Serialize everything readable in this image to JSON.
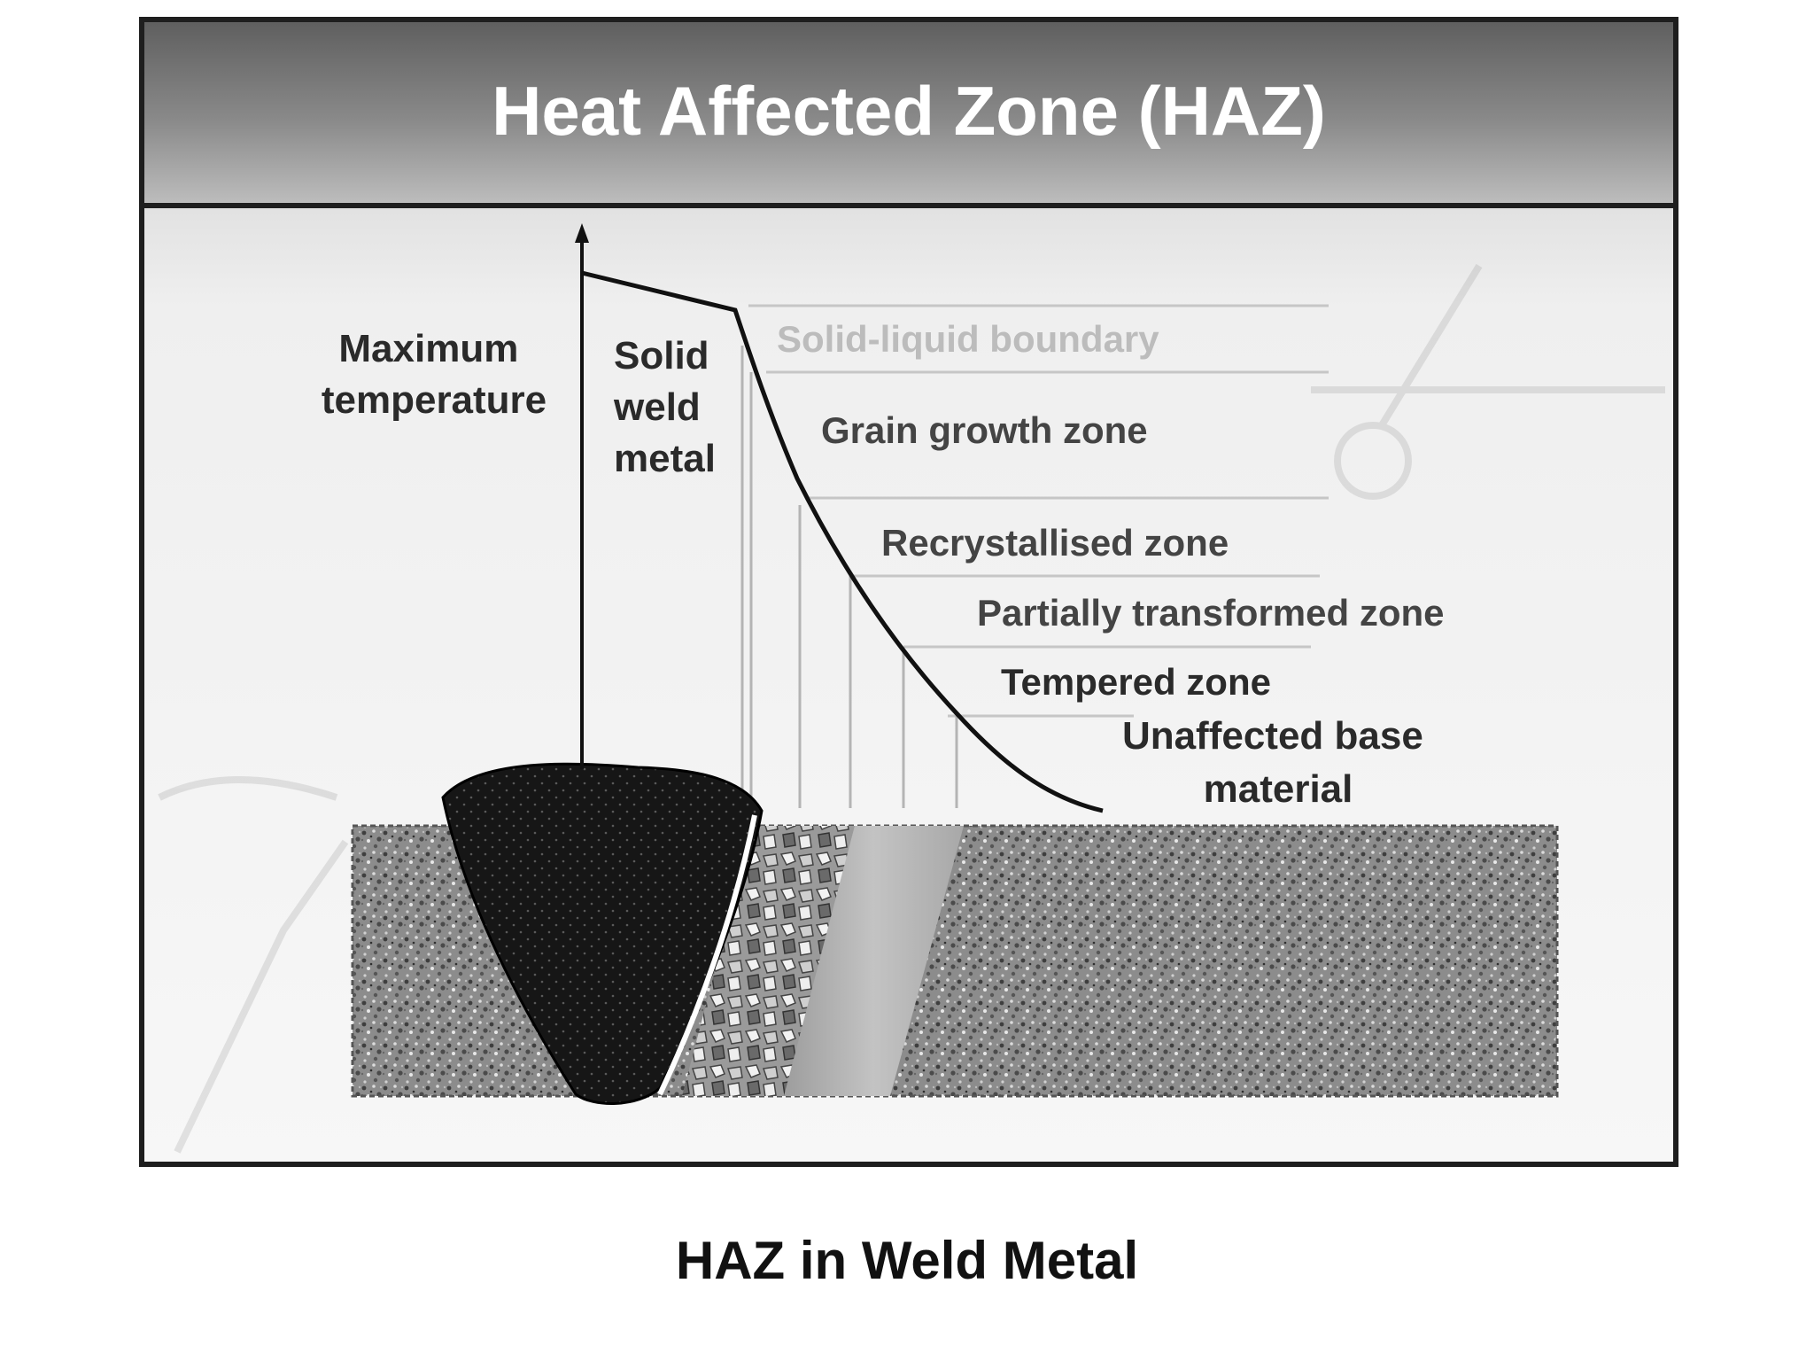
{
  "diagram": {
    "title": "Heat Affected Zone (HAZ)",
    "labels": {
      "max_temperature_line1": "Maximum",
      "max_temperature_line2": "temperature",
      "solid_weld_line1": "Solid",
      "solid_weld_line2": "weld",
      "solid_weld_line3": "metal"
    },
    "zones": [
      "Solid-liquid boundary",
      "Grain growth zone",
      "Recrystallised zone",
      "Partially transformed zone",
      "Tempered zone"
    ],
    "base_material_line1": "Unaffected base",
    "base_material_line2": "material"
  },
  "caption": "HAZ in Weld Metal"
}
